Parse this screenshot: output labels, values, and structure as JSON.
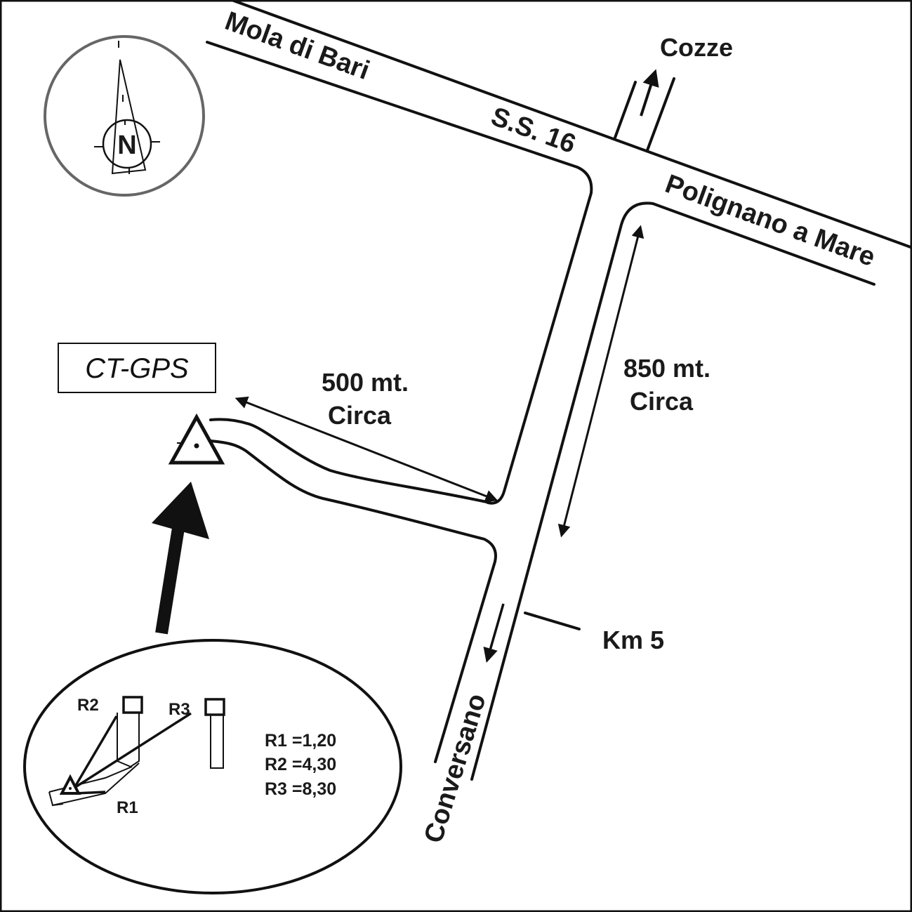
{
  "roads": {
    "ss16_west": "Mola di Bari",
    "ss16_name": "S.S. 16",
    "ss16_east": "Polignano a Mare",
    "north_exit": "Cozze",
    "south_exit": "Conversano",
    "km_marker": "Km 5"
  },
  "distances": {
    "side_road_line1": "500 mt.",
    "side_road_line2": "Circa",
    "main_road_line1": "850 mt.",
    "main_road_line2": "Circa"
  },
  "station": {
    "label": "CT-GPS"
  },
  "compass": {
    "letter": "N"
  },
  "inset": {
    "point_labels": [
      "R1",
      "R2",
      "R3"
    ],
    "values": [
      "R1 =1,20",
      "R2 =4,30",
      "R3 =8,30"
    ]
  }
}
